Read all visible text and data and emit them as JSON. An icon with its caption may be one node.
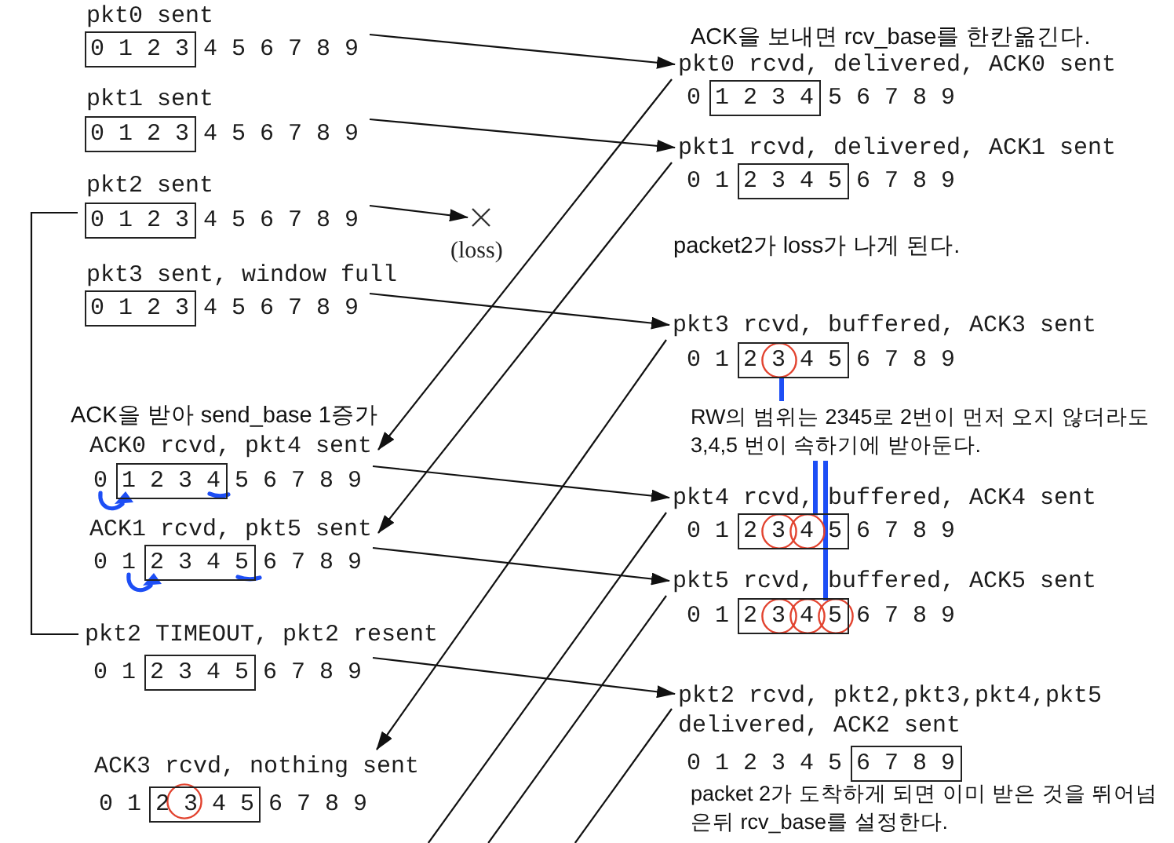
{
  "diagram": {
    "nodes": [
      {
        "text": [
          "pkt0 sent"
        ]
      },
      {
        "text": [
          "0 1 2 3"
        ],
        "beside": [
          "4 5 6 7 8 9"
        ]
      },
      {
        "text": [
          "pkt0 rcvd, delivered, ACK0 sent"
        ]
      },
      {
        "text": [
          "1 2 3 4"
        ],
        "beside": [
          "0",
          "5 6 7 8 9"
        ]
      },
      {
        "text": [
          "pkt1 sent"
        ]
      },
      {
        "text": [
          "0 1 2 3"
        ],
        "beside": [
          "4 5 6 7 8 9"
        ]
      },
      {
        "text": [
          "pkt1 rcvd, delivered, ACK1 sent"
        ]
      },
      {
        "text": [
          "2 3 4 5"
        ],
        "beside": [
          "0 1",
          "6 7 8 9"
        ]
      },
      {
        "text": [
          "pkt2 sent"
        ]
      },
      {
        "text": [
          "0 1 2 3"
        ],
        "beside": [
          "4 5 6 7 8 9"
        ]
      },
      {
        "text": [],
        "shape": "cross",
        "beside": [
          "(loss)"
        ]
      },
      {
        "text": [
          "pkt3 sent, window full"
        ]
      },
      {
        "text": [
          "0 1 2 3"
        ],
        "beside": [
          "4 5 6 7 8 9"
        ]
      },
      {
        "text": [
          "pkt3 rcvd, buffered, ACK3 sent"
        ]
      },
      {
        "text": [
          "2 3 4 5"
        ],
        "beside": [
          "0 1",
          "6 7 8 9"
        ]
      },
      {
        "text": [
          "RW의 범위는 2345로 2번이 먼저 오지 않더라도 3,4,5 번이 속하기에 받아둔다."
        ]
      },
      {
        "text": [
          "ACK0 rcvd, pkt4 sent"
        ]
      },
      {
        "text": [
          "1 2 3 4"
        ],
        "beside": [
          "0",
          "5 6 7 8 9"
        ]
      },
      {
        "text": [
          "pkt4 rcvd, buffered, ACK4 sent"
        ]
      },
      {
        "text": [
          "2 3 4 5"
        ],
        "beside": [
          "0 1",
          "6 7 8 9"
        ]
      },
      {
        "text": [
          "ACK1 rcvd, pkt5 sent"
        ]
      },
      {
        "text": [
          "2 3 4 5"
        ],
        "beside": [
          "0 1",
          "6 7 8 9"
        ]
      },
      {
        "text": [
          "pkt5 rcvd, buffered, ACK5 sent"
        ]
      },
      {
        "text": [
          "2 3 4 5"
        ],
        "beside": [
          "0 1",
          "6 7 8 9"
        ]
      },
      {
        "text": [
          "pkt2 TIMEOUT, pkt2 resent"
        ]
      },
      {
        "text": [
          "2 3 4 5"
        ],
        "beside": [
          "0 1",
          "6 7 8 9"
        ]
      },
      {
        "text": [
          "pkt2 rcvd, pkt2,pkt3,pkt4,pkt5 delivered, ACK2 sent"
        ]
      },
      {
        "text": [
          "6 7 8 9"
        ],
        "beside": [
          "0 1 2 3 4 5"
        ]
      },
      {
        "text": [
          "ACK3 rcvd, nothing sent"
        ]
      },
      {
        "text": [
          "2 3 4 5"
        ],
        "beside": [
          "0 1",
          "6 7 8 9"
        ]
      }
    ],
    "edges": [
      {
        "from": 1,
        "to": 2,
        "arrow": "to"
      },
      {
        "from": 5,
        "to": 6,
        "arrow": "to"
      },
      {
        "from": 9,
        "to": 10,
        "arrow": "to"
      },
      {
        "from": 12,
        "to": 13,
        "arrow": "to"
      },
      {
        "from": 2,
        "to": 16,
        "arrow": "to"
      },
      {
        "from": 6,
        "to": 20,
        "arrow": "to"
      },
      {
        "from": 13,
        "to": 28,
        "arrow": "to"
      },
      {
        "from": 9,
        "to": 24,
        "arrow": "none"
      },
      {
        "from": 17,
        "to": 18,
        "arrow": "to"
      },
      {
        "from": 21,
        "to": 22,
        "arrow": "to"
      },
      {
        "from": 18,
        "to": null,
        "arrow": "none"
      },
      {
        "from": 22,
        "to": null,
        "arrow": "none"
      },
      {
        "from": 25,
        "to": 26,
        "arrow": "to"
      },
      {
        "from": 26,
        "to": null,
        "arrow": "none"
      },
      {
        "from": 15,
        "to": 14,
        "arrow": "none",
        "style": "thick",
        "color": "#1d4ef5"
      },
      {
        "from": 15,
        "to": 19,
        "arrow": "none",
        "style": "thick",
        "color": "#1d4ef5"
      },
      {
        "from": 15,
        "to": 23,
        "arrow": "none",
        "style": "thick",
        "color": "#1d4ef5"
      }
    ],
    "labels": [
      "ACK을 보내면 rcv_base를 한칸옮긴다.",
      "packet2가 loss가 나게 된다.",
      "ACK을 받아 send_base 1증가",
      "packet 2가 도착하게 되면 이미 받은 것을 뛰어넘은뒤 rcv_base를 설정한다."
    ]
  }
}
